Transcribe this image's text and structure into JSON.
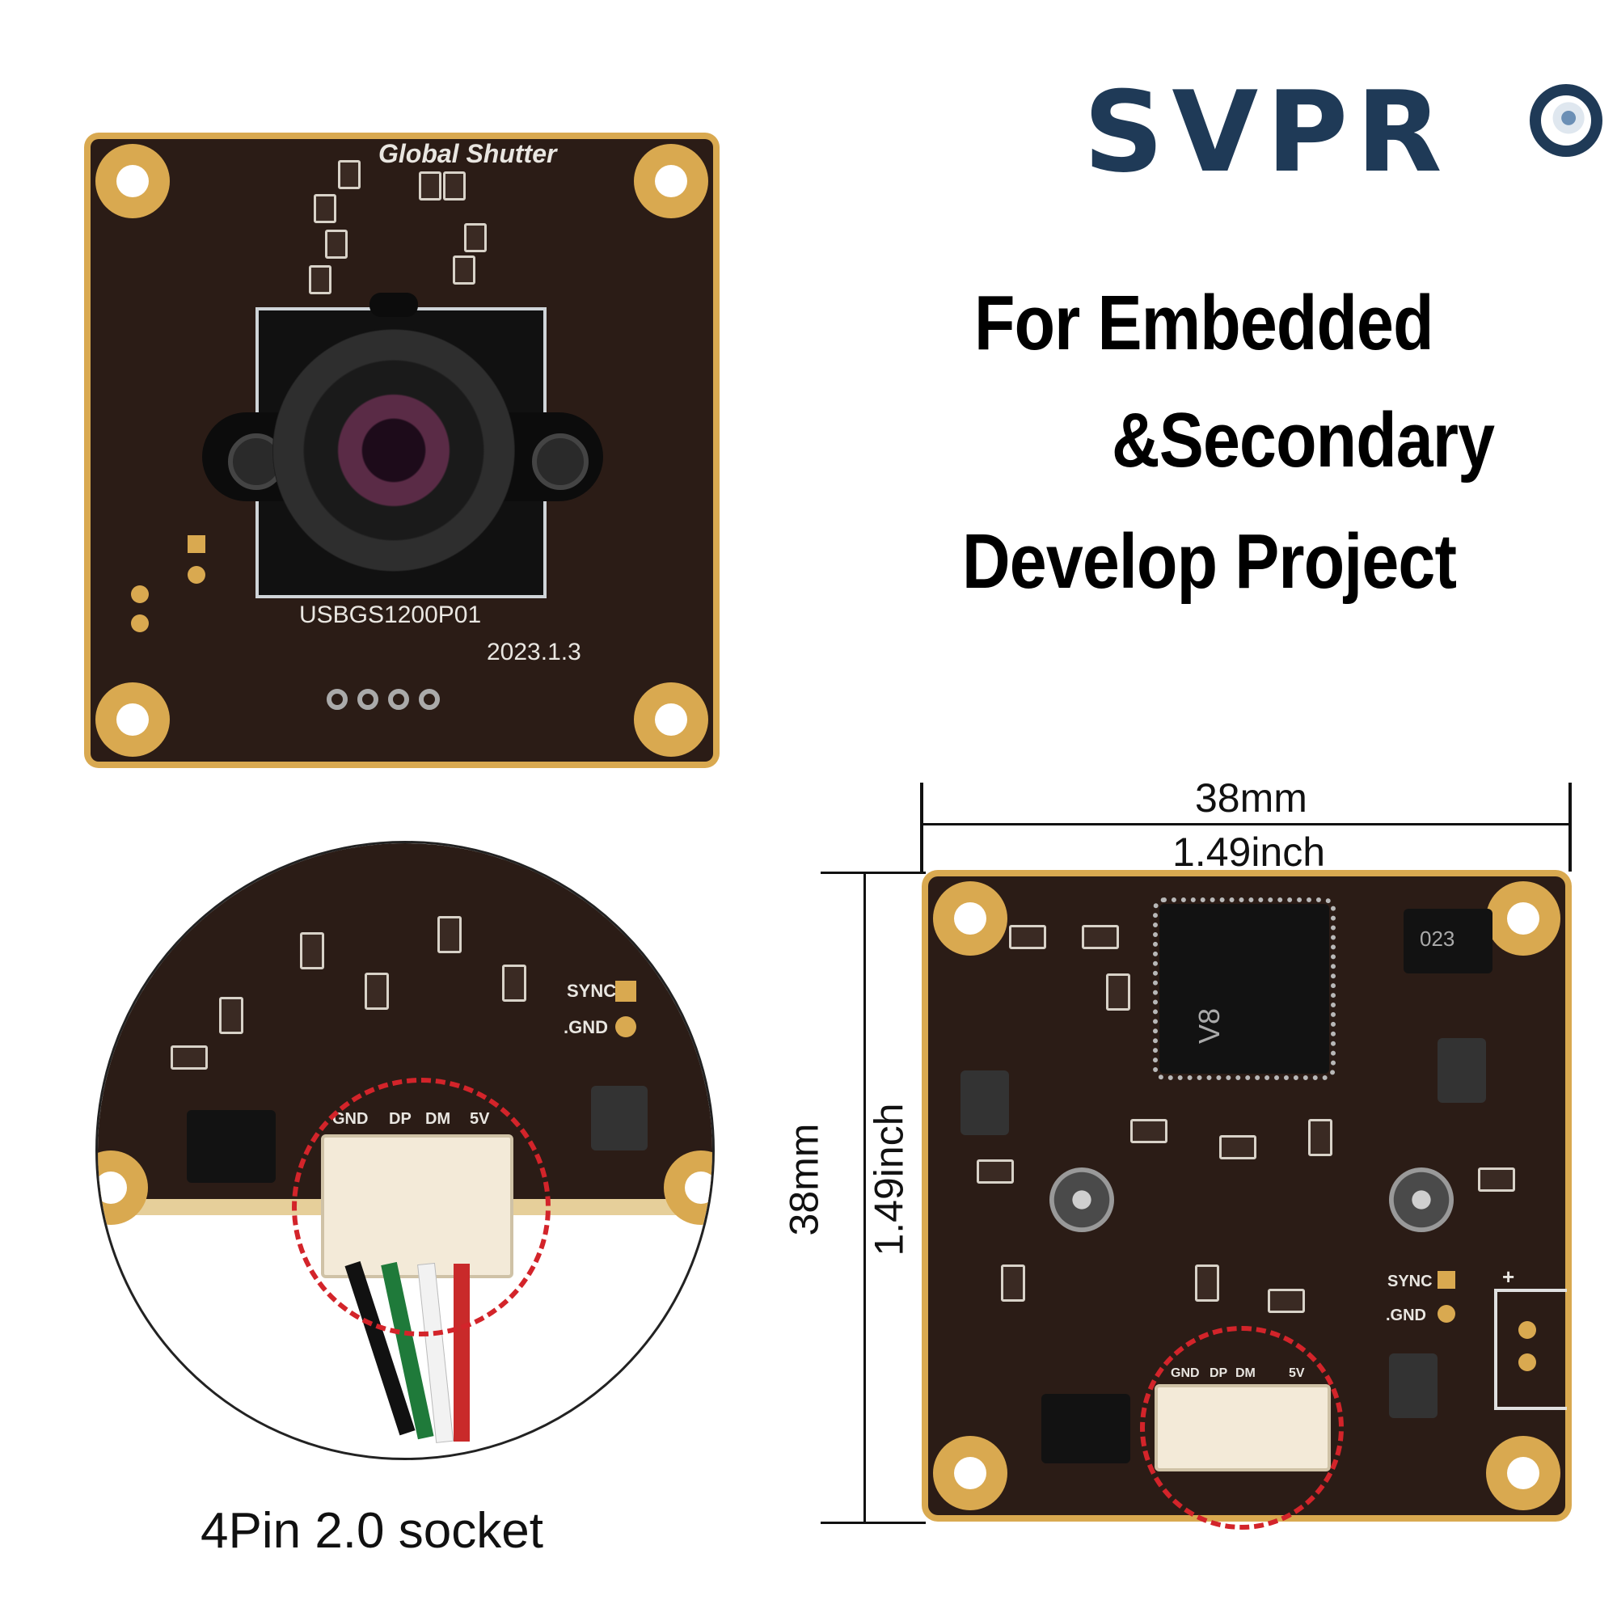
{
  "brand": {
    "name": "SVPR",
    "logo_icon": "lens-ring-icon",
    "color": "#1f3a57"
  },
  "headline": {
    "line1": "For Embedded",
    "line2": "&Secondary",
    "line3": "Develop Project"
  },
  "front_board": {
    "label_top": "Global Shutter",
    "model": "USBGS1200P01",
    "date": "2023.1.3"
  },
  "rear_board": {
    "chip_label": "V8",
    "ic_label": "023",
    "sync_label": "SYNC",
    "gnd_label": ".GND",
    "pin_labels": [
      "GND",
      "DP",
      "DM",
      "5V"
    ],
    "polarity": "+"
  },
  "detail_circle": {
    "sync_label": "SYNC",
    "gnd_label": ".GND",
    "pin_labels": [
      "GND",
      "DP",
      "DM",
      "5V"
    ],
    "caption": "4Pin 2.0 socket"
  },
  "dimensions": {
    "width_mm": "38mm",
    "width_in": "1.49inch",
    "height_mm": "38mm",
    "height_in": "1.49inch"
  },
  "colors": {
    "pcb": "#2b1c16",
    "gold": "#d9a950",
    "dash": "#d3242a"
  }
}
